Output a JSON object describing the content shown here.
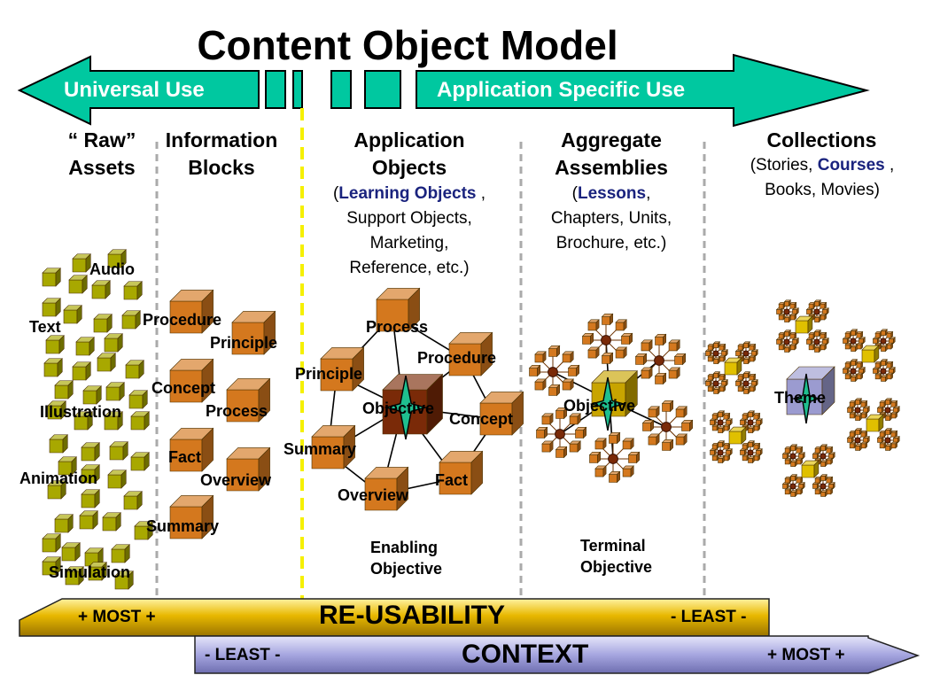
{
  "title": "Content Object Model",
  "top_arrow": {
    "left_label": "Universal Use",
    "right_label": "Application Specific Use",
    "color": "#00c8a0"
  },
  "columns": {
    "raw_assets": {
      "title_line1": "“ Raw”",
      "title_line2": "Assets"
    },
    "information_blocks": {
      "title_line1": "Information",
      "title_line2": "Blocks"
    },
    "application_objects": {
      "title_line1": "Application",
      "title_line2": "Objects",
      "sub_prefix": "(",
      "sub_highlight": "Learning Objects",
      "sub_suffix": " ,",
      "sub_line2": "Support Objects,",
      "sub_line3": "Marketing,",
      "sub_line4": "Reference, etc.)"
    },
    "aggregate_assemblies": {
      "title_line1": "Aggregate",
      "title_line2": "Assemblies",
      "sub_prefix": "(",
      "sub_highlight": "Lessons",
      "sub_suffix": ",",
      "sub_line2": "Chapters, Units,",
      "sub_line3": "Brochure, etc.)"
    },
    "collections": {
      "title_line1": "Collections",
      "sub_prefix": "(Stories, ",
      "sub_highlight": "Courses",
      "sub_suffix": " ,",
      "sub_line2": "Books, Movies)"
    }
  },
  "raw_asset_labels": [
    "Audio",
    "Text",
    "Illustration",
    "Animation",
    "Simulation"
  ],
  "information_block_labels": [
    "Procedure",
    "Principle",
    "Concept",
    "Process",
    "Fact",
    "Overview",
    "Summary"
  ],
  "application_object_labels": [
    "Process",
    "Procedure",
    "Principle",
    "Objective",
    "Concept",
    "Summary",
    "Fact",
    "Overview"
  ],
  "enabling_objective": {
    "line1": "Enabling",
    "line2": "Objective"
  },
  "aggregate_label": "Objective",
  "terminal_objective": {
    "line1": "Terminal",
    "line2": "Objective"
  },
  "collection_label": "Theme",
  "reusability_bar": {
    "left": "+ MOST +",
    "center": "RE-USABILITY",
    "right": "- LEAST -",
    "color": "#e8b800"
  },
  "context_bar": {
    "left": "- LEAST -",
    "center": "CONTEXT",
    "right": "+ MOST +",
    "color": "#9f9fe0"
  },
  "colors": {
    "asset_cube": "#a8a800",
    "block_cube": "#d4781e",
    "objective_cube": "#7a2a08",
    "star": "#1fbf8f",
    "theme_cube": "#9b9bd0"
  }
}
